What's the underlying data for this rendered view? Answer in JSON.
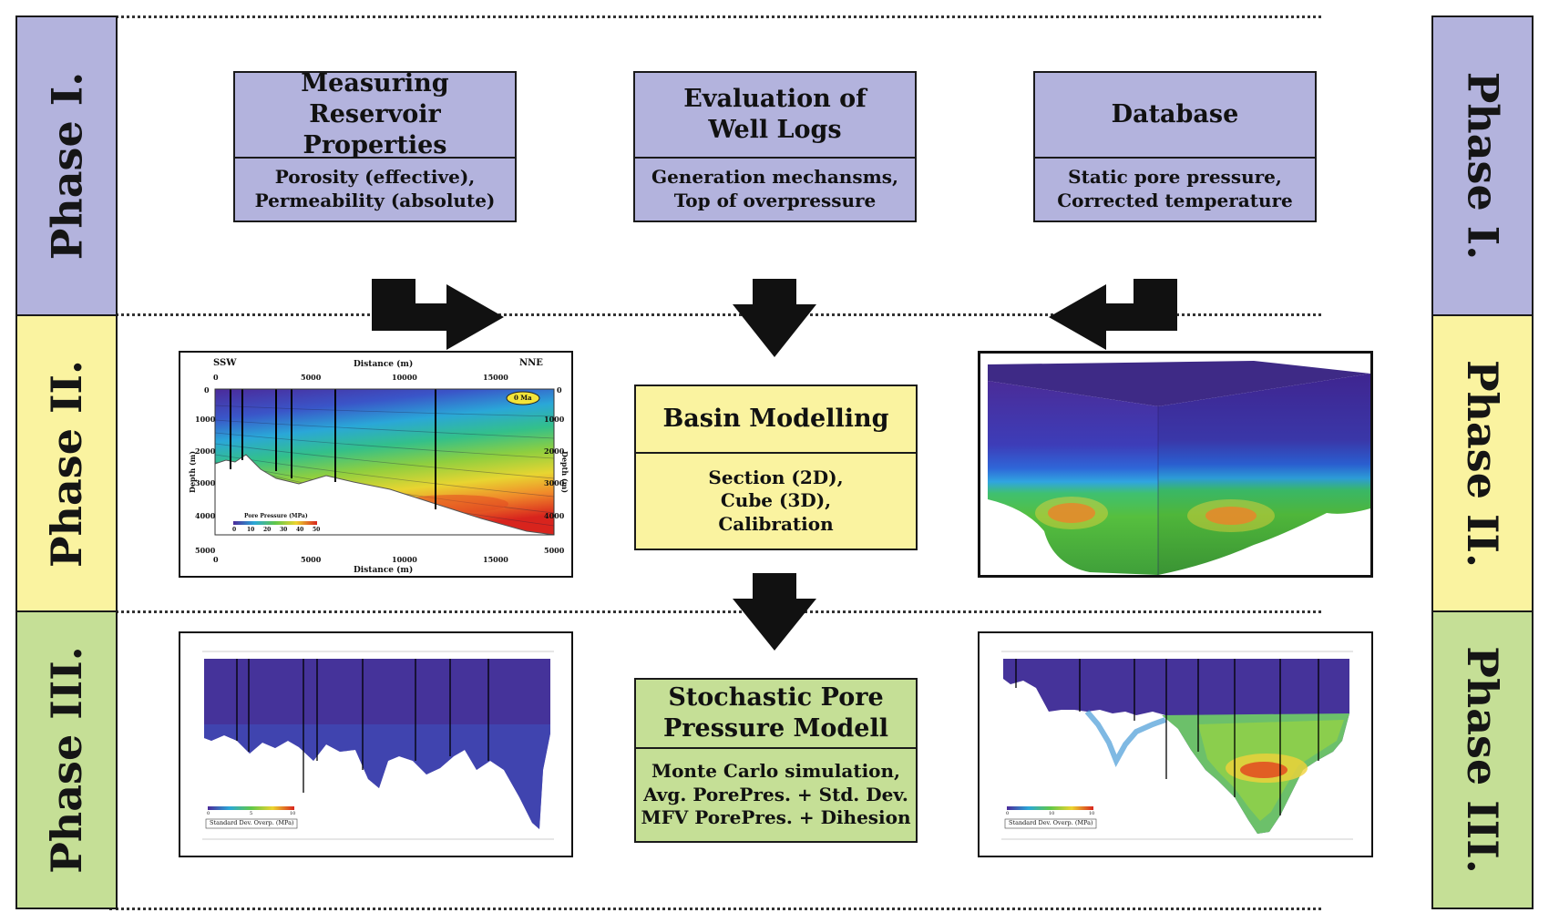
{
  "phases": {
    "left": [
      "Phase I.",
      "Phase II.",
      "Phase III."
    ],
    "right": [
      "Phase I.",
      "Phase II.",
      "Phase III."
    ]
  },
  "phase_colors": {
    "phase1": "#b3b3dd",
    "phase2": "#faf3a0",
    "phase3": "#c5df96"
  },
  "boxes": {
    "measuring": {
      "title": "Measuring\nReservoir Properties",
      "detail": "Porosity (effective),\nPermeability (absolute)"
    },
    "evaluation": {
      "title": "Evaluation of\nWell Logs",
      "detail": "Generation mechansms,\nTop of  overpressure"
    },
    "database": {
      "title": "Database",
      "detail": "Static pore pressure,\nCorrected temperature"
    },
    "basin": {
      "title": "Basin Modelling",
      "detail": "Section (2D),\nCube (3D),\nCalibration"
    },
    "stochastic": {
      "title": "Stochastic Pore\nPressure Modell",
      "detail": "Monte Carlo simulation,\nAvg. PorePres. + Std. Dev.\nMFV PorePres. + Dihesion"
    }
  },
  "section_2d": {
    "left_end": "SSW",
    "right_end": "NNE",
    "x_title": "Distance (m)",
    "x_ticks": [
      "0",
      "5000",
      "10000",
      "15000"
    ],
    "y_ticks": [
      "0",
      "1000",
      "2000",
      "3000",
      "4000",
      "5000"
    ],
    "y_title": "Depth (m)",
    "age_badge": "0 Ma",
    "legend_title": "Pore Pressure (MPa)",
    "legend_ticks": [
      "0",
      "10",
      "20",
      "30",
      "40",
      "50"
    ]
  },
  "std_dev_sections": {
    "left_legend": "Standard Dev. Overp. (MPa)",
    "right_legend": "Standard Dev. Overp. (MPa)",
    "left_legend_ticks": [
      "0",
      "5",
      "10"
    ],
    "right_legend_ticks": [
      "0",
      "10",
      "10"
    ]
  }
}
